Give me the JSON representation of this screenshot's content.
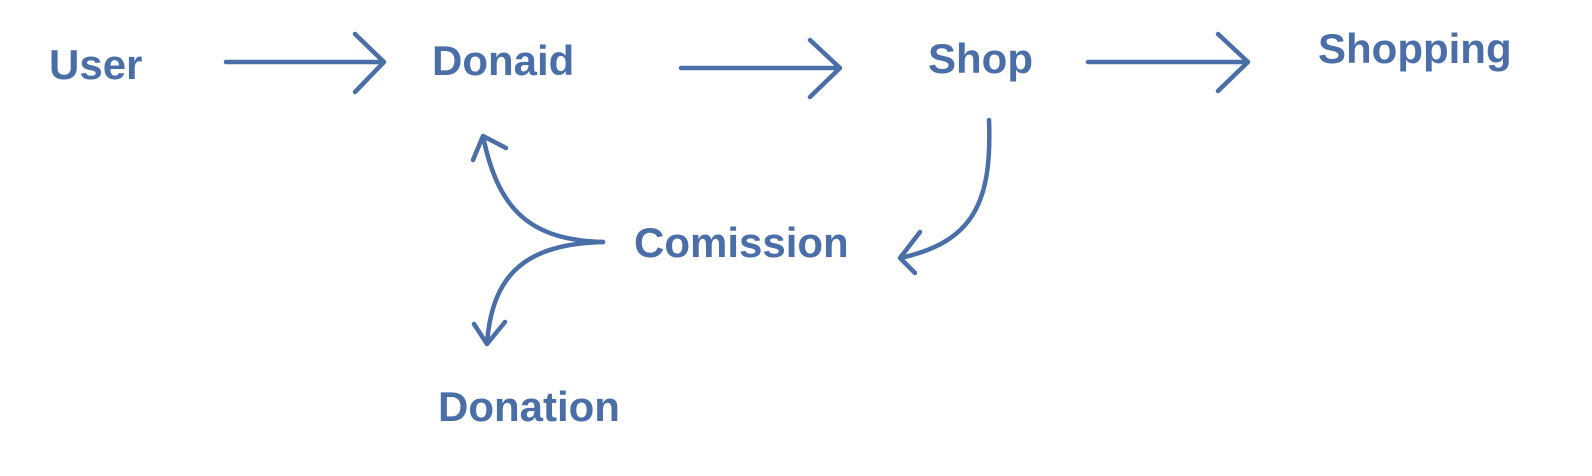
{
  "diagram": {
    "color": "#4a6ea8",
    "nodes": {
      "user": "User",
      "donaid": "Donaid",
      "shop": "Shop",
      "shopping": "Shopping",
      "comission": "Comission",
      "donation": "Donation"
    },
    "edges": [
      {
        "from": "User",
        "to": "Donaid"
      },
      {
        "from": "Donaid",
        "to": "Shop"
      },
      {
        "from": "Shop",
        "to": "Shopping"
      },
      {
        "from": "Shop",
        "to": "Comission"
      },
      {
        "from": "Comission",
        "to": "Donaid"
      },
      {
        "from": "Comission",
        "to": "Donation"
      }
    ]
  }
}
